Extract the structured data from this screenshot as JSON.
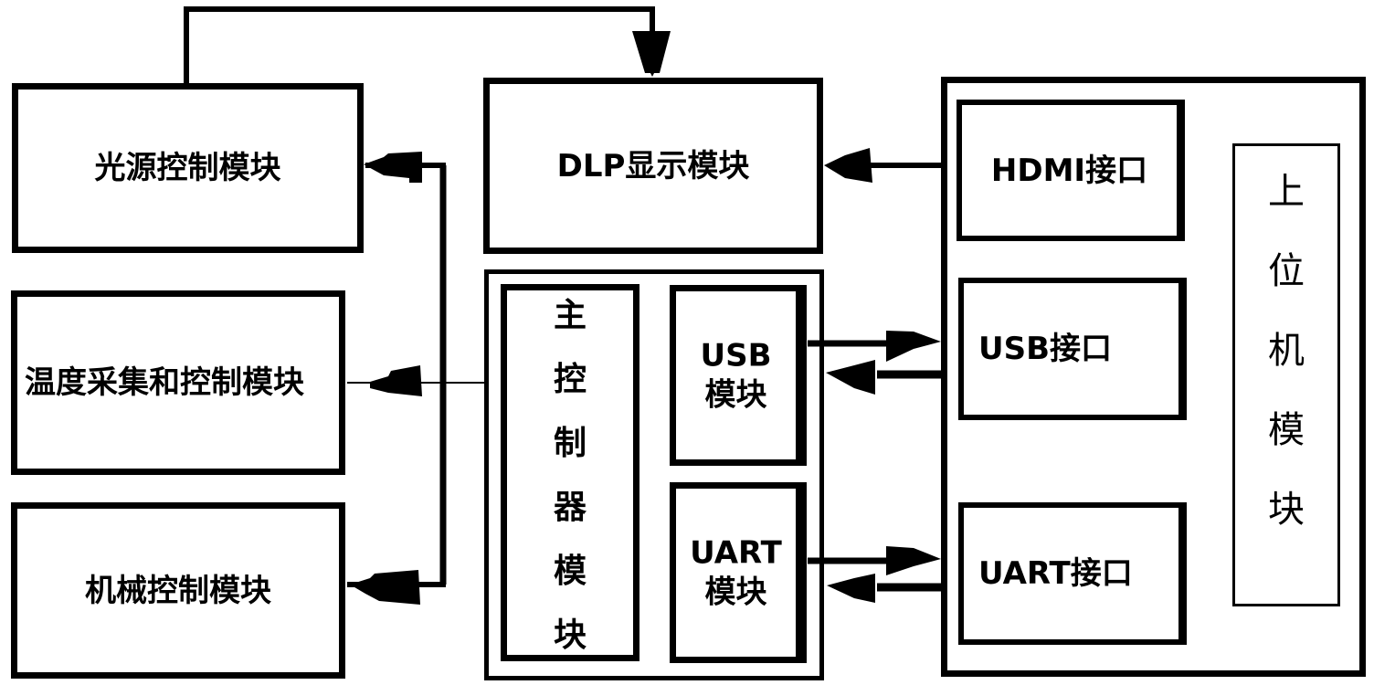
{
  "diagram": {
    "blocks": {
      "light_source": "光源控制模块",
      "temperature": "温度采集和控制模块",
      "mechanical": "机械控制模块",
      "dlp_display": "DLP显示模块",
      "main_controller": [
        "主",
        "控",
        "制",
        "器",
        "模",
        "块"
      ],
      "usb_module": [
        "USB",
        "模块"
      ],
      "uart_module": [
        "UART",
        "模块"
      ],
      "host_module": [
        "上",
        "位",
        "机",
        "模",
        "块"
      ],
      "hdmi_interface": "HDMI接口",
      "usb_interface": "USB接口",
      "uart_interface": "UART接口"
    },
    "connections": [
      {
        "from": "light_source",
        "to": "dlp_display",
        "direction": "one-way"
      },
      {
        "from": "main_controller",
        "to": "light_source",
        "direction": "one-way"
      },
      {
        "from": "main_controller",
        "to": "temperature",
        "direction": "one-way"
      },
      {
        "from": "main_controller",
        "to": "mechanical",
        "direction": "one-way"
      },
      {
        "from": "hdmi_interface",
        "to": "dlp_display",
        "direction": "one-way"
      },
      {
        "from": "usb_module",
        "to": "usb_interface",
        "direction": "two-way"
      },
      {
        "from": "uart_module",
        "to": "uart_interface",
        "direction": "two-way"
      }
    ]
  }
}
